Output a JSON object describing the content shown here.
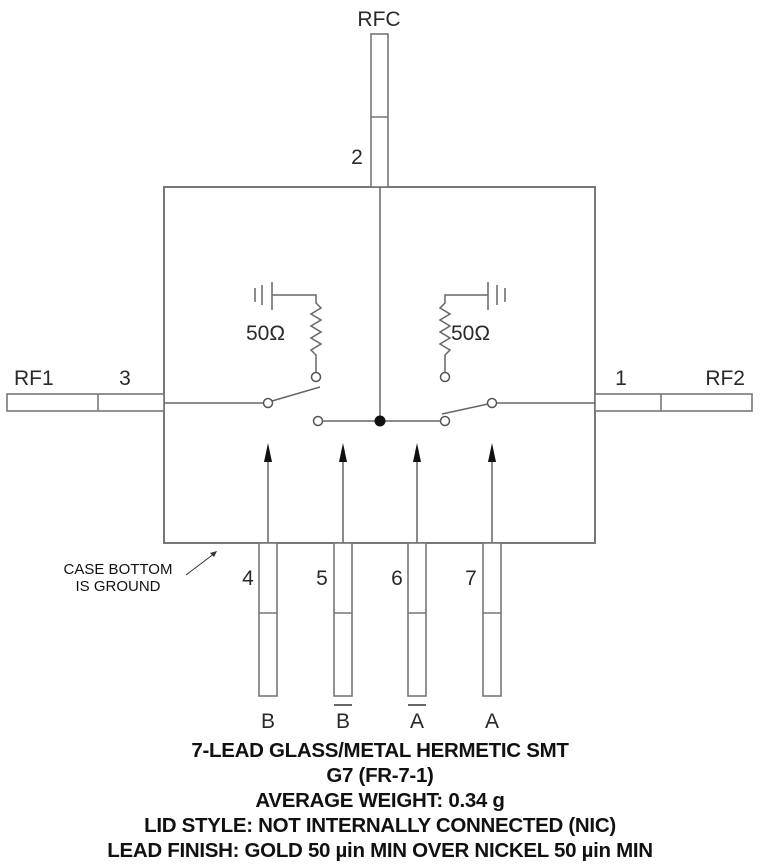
{
  "schematic": {
    "pins": {
      "rfc": {
        "name": "RFC",
        "number": "2"
      },
      "rf1": {
        "name": "RF1",
        "number": "3"
      },
      "rf2": {
        "name": "RF2",
        "number": "1"
      },
      "ctrl": [
        {
          "number": "4",
          "name": "B",
          "overbar": false
        },
        {
          "number": "5",
          "name": "B",
          "overbar": true
        },
        {
          "number": "6",
          "name": "A",
          "overbar": true
        },
        {
          "number": "7",
          "name": "A",
          "overbar": false
        }
      ]
    },
    "termination_left": "50Ω",
    "termination_right": "50Ω",
    "case_note_line1": "CASE BOTTOM",
    "case_note_line2": "IS GROUND",
    "colors": {
      "line": "#777777",
      "dot": "#111111",
      "text": "#2a2a2a"
    }
  },
  "footer": {
    "line1": "7-LEAD GLASS/METAL HERMETIC SMT",
    "line2": "G7 (FR-7-1)",
    "line3": "AVERAGE WEIGHT: 0.34 g",
    "line4": "LID STYLE: NOT INTERNALLY CONNECTED (NIC)",
    "line5": "LEAD FINISH: GOLD 50 µin MIN OVER NICKEL 50 µin MIN"
  }
}
